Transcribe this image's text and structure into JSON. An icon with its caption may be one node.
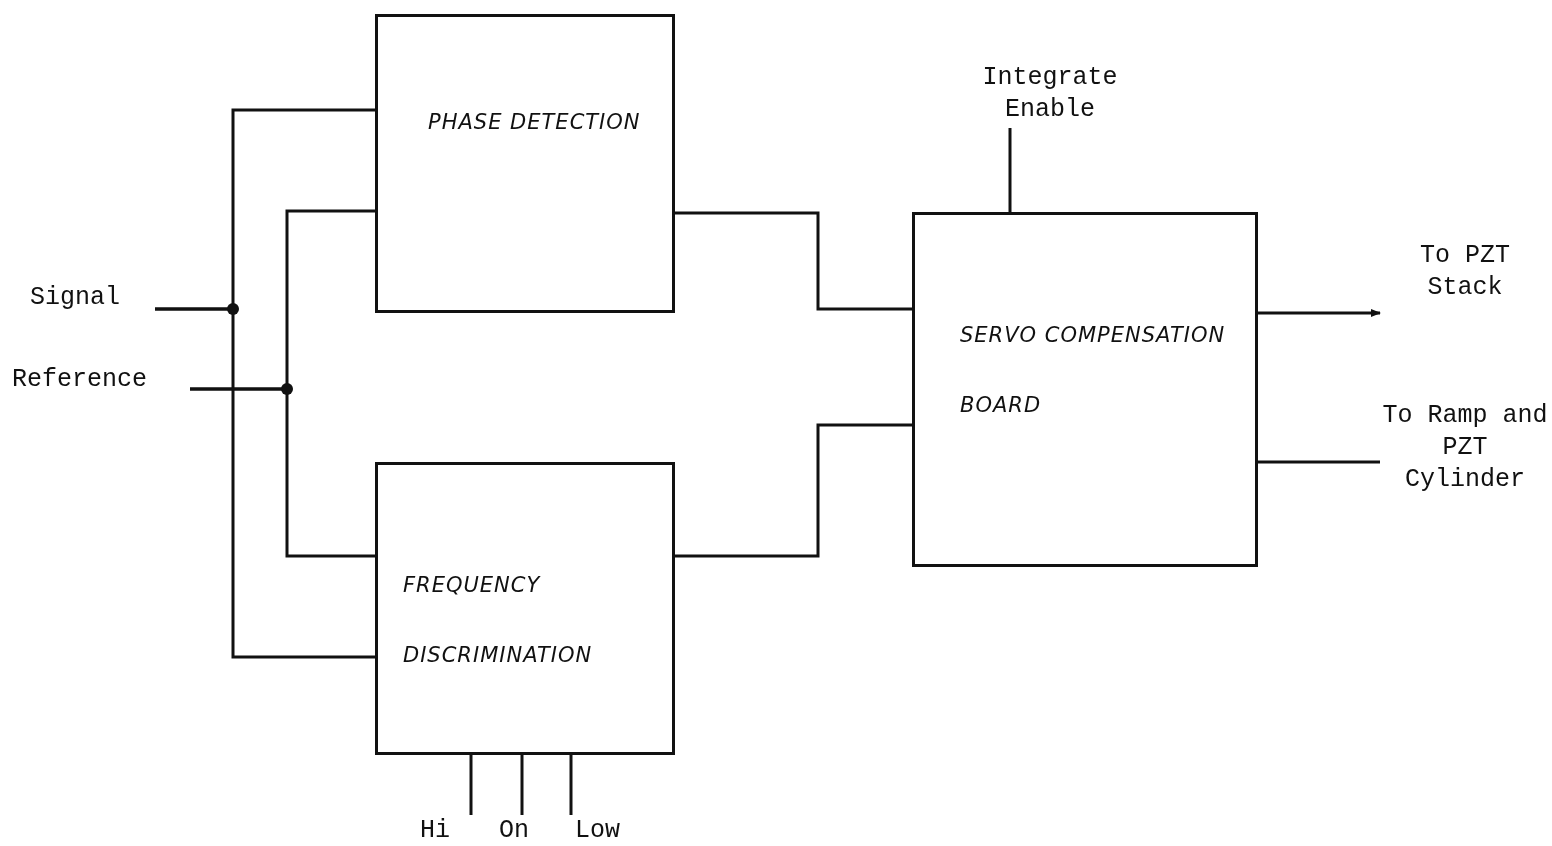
{
  "diagram": {
    "nodes": [
      {
        "text": [
          "Signal"
        ]
      },
      {
        "text": [
          "Reference"
        ]
      },
      {
        "text": [
          "PHASE DETECTION"
        ]
      },
      {
        "text": [
          "FREQUENCY DISCRIMINATION"
        ]
      },
      {
        "text": [
          "SERVO COMPENSATION BOARD"
        ]
      },
      {
        "text": [
          "Integrate Enable"
        ]
      },
      {
        "text": [
          "To PZT Stack"
        ]
      },
      {
        "text": [
          "To Ramp and PZT Cylinder"
        ]
      },
      {
        "text": [
          "Hi"
        ]
      },
      {
        "text": [
          "On"
        ]
      },
      {
        "text": [
          "Low"
        ]
      }
    ],
    "edges": [
      {
        "from": 0,
        "to": 2,
        "arrow": "none"
      },
      {
        "from": 0,
        "to": 3,
        "arrow": "none"
      },
      {
        "from": 1,
        "to": 2,
        "arrow": "none"
      },
      {
        "from": 1,
        "to": 3,
        "arrow": "none"
      },
      {
        "from": 2,
        "to": 4,
        "arrow": "none"
      },
      {
        "from": 3,
        "to": 4,
        "arrow": "none"
      },
      {
        "from": 5,
        "to": 4,
        "arrow": "none"
      },
      {
        "from": 4,
        "to": 6,
        "arrow": "to"
      },
      {
        "from": 4,
        "to": 7,
        "arrow": "none"
      },
      {
        "from": 3,
        "to": 8,
        "arrow": "none"
      },
      {
        "from": 3,
        "to": 9,
        "arrow": "none"
      },
      {
        "from": 3,
        "to": 10,
        "arrow": "none"
      }
    ]
  }
}
